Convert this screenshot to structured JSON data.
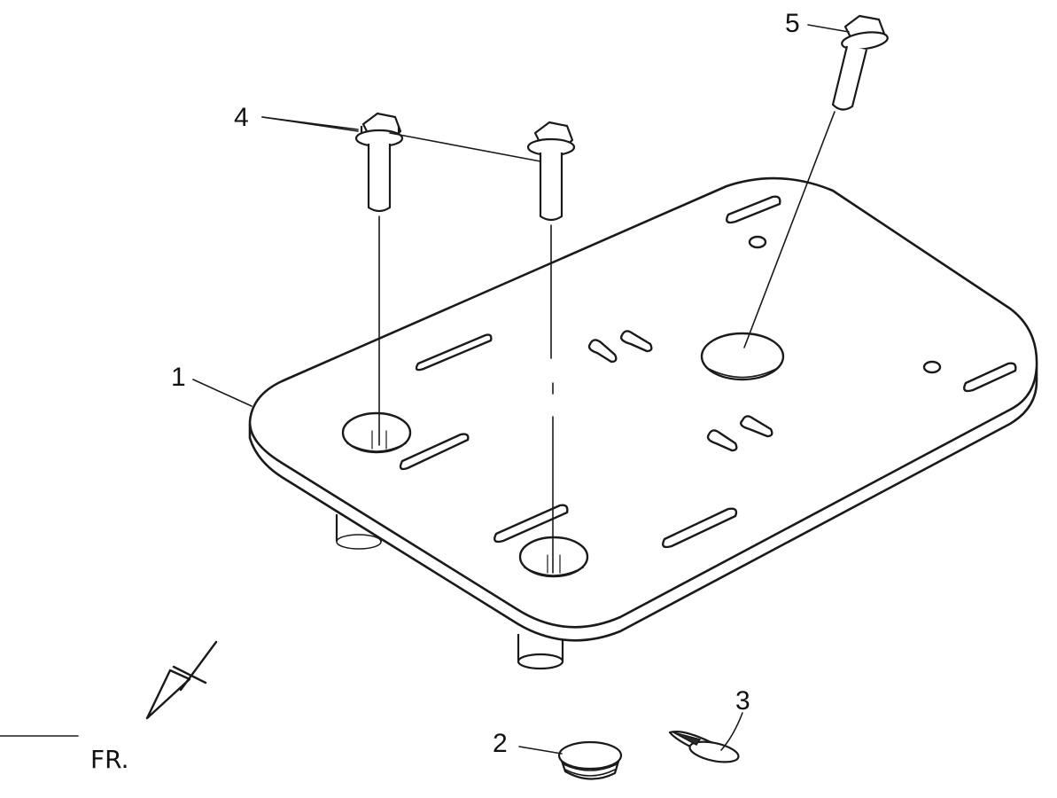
{
  "callouts": {
    "part_1": "1",
    "part_2": "2",
    "part_3": "3",
    "part_4": "4",
    "part_5": "5"
  },
  "front_marker": "FR."
}
